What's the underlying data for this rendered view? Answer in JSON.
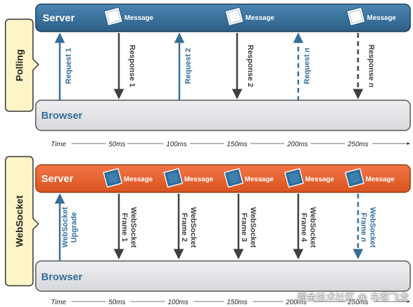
{
  "polling": {
    "side_label": "Polling",
    "server_label": "Server",
    "browser_label": "Browser",
    "messages": [
      "Message",
      "Message",
      "Message"
    ],
    "arrows": [
      {
        "label": "Request 1",
        "dir": "up",
        "style": "solid"
      },
      {
        "label": "Response 1",
        "dir": "down",
        "style": "solid"
      },
      {
        "label": "Request 2",
        "dir": "up",
        "style": "solid"
      },
      {
        "label": "Response 2",
        "dir": "down",
        "style": "solid"
      },
      {
        "label_main": "Request ",
        "label_italic": "n",
        "dir": "up",
        "style": "dashed"
      },
      {
        "label_main": "Response ",
        "label_italic": "n",
        "dir": "down",
        "style": "dashed"
      }
    ],
    "timeline": [
      "Time",
      "50ms",
      "100ms",
      "150ms",
      "200ms",
      "250ms"
    ]
  },
  "websocket": {
    "side_label": "WebSocket",
    "server_label": "Server",
    "browser_label": "Browser",
    "messages": [
      "Message",
      "Message",
      "Message",
      "Message",
      "Message"
    ],
    "arrows": [
      {
        "line1": "WebSocket",
        "line2": "Upgrade",
        "dir": "up",
        "style": "solid"
      },
      {
        "line1": "WebSocket",
        "line2": "Frame 1",
        "dir": "down",
        "style": "solid"
      },
      {
        "line1": "WebSocket",
        "line2": "Frame 2",
        "dir": "down",
        "style": "solid"
      },
      {
        "line1": "WebSocket",
        "line2": "Frame 3",
        "dir": "down",
        "style": "solid"
      },
      {
        "line1": "WebSocket",
        "line2": "Frame 4",
        "dir": "down",
        "style": "solid"
      },
      {
        "line1": "WebSocket",
        "line2_main": "Frame ",
        "line2_italic": "n",
        "dir": "down",
        "style": "dashed"
      }
    ],
    "timeline": [
      "Time",
      "50ms",
      "100ms",
      "150ms",
      "200ms",
      "250ms"
    ]
  },
  "watermark": "掘金技术社区 @ 布客飞龙",
  "colors": {
    "polling_server": "#356f99",
    "websocket_server": "#e8602b",
    "browser_fill": "#e3e4e6",
    "side_tab": "#fdf5c8",
    "arrow_blue": "#356f99",
    "arrow_dark": "#3f3f3f"
  }
}
